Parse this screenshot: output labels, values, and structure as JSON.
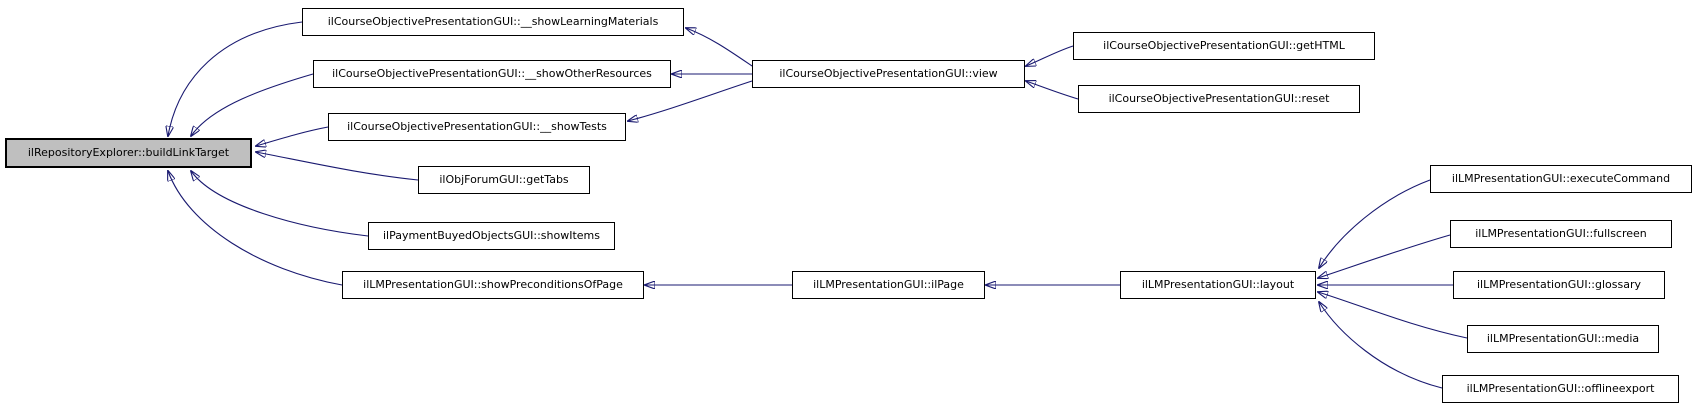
{
  "diagram": {
    "kind": "caller-graph",
    "colors": {
      "background": "#ffffff",
      "edge": "#191970",
      "node_border": "#000000",
      "node_background": "#ffffff",
      "main_node_background": "#bfbfbf"
    },
    "nodes": {
      "buildLinkTarget": {
        "label": "ilRepositoryExplorer::buildLinkTarget",
        "main": true
      },
      "showLearningMaterials": {
        "label": "ilCourseObjectivePresentationGUI::__showLearningMaterials"
      },
      "showOtherResources": {
        "label": "ilCourseObjectivePresentationGUI::__showOtherResources"
      },
      "showTests": {
        "label": "ilCourseObjectivePresentationGUI::__showTests"
      },
      "getTabs": {
        "label": "ilObjForumGUI::getTabs"
      },
      "showItems": {
        "label": "ilPaymentBuyedObjectsGUI::showItems"
      },
      "showPreconditionsOfPage": {
        "label": "ilLMPresentationGUI::showPreconditionsOfPage"
      },
      "view": {
        "label": "ilCourseObjectivePresentationGUI::view"
      },
      "getHTML": {
        "label": "ilCourseObjectivePresentationGUI::getHTML"
      },
      "reset": {
        "label": "ilCourseObjectivePresentationGUI::reset"
      },
      "ilPage": {
        "label": "ilLMPresentationGUI::ilPage"
      },
      "layout": {
        "label": "ilLMPresentationGUI::layout"
      },
      "executeCommand": {
        "label": "ilLMPresentationGUI::executeCommand"
      },
      "fullscreen": {
        "label": "ilLMPresentationGUI::fullscreen"
      },
      "glossary": {
        "label": "ilLMPresentationGUI::glossary"
      },
      "media": {
        "label": "ilLMPresentationGUI::media"
      },
      "offlineexport": {
        "label": "ilLMPresentationGUI::offlineexport"
      }
    },
    "edges": [
      {
        "from": "showLearningMaterials",
        "to": "buildLinkTarget"
      },
      {
        "from": "showOtherResources",
        "to": "buildLinkTarget"
      },
      {
        "from": "showTests",
        "to": "buildLinkTarget"
      },
      {
        "from": "getTabs",
        "to": "buildLinkTarget"
      },
      {
        "from": "showItems",
        "to": "buildLinkTarget"
      },
      {
        "from": "showPreconditionsOfPage",
        "to": "buildLinkTarget"
      },
      {
        "from": "view",
        "to": "showLearningMaterials"
      },
      {
        "from": "view",
        "to": "showOtherResources"
      },
      {
        "from": "view",
        "to": "showTests"
      },
      {
        "from": "getHTML",
        "to": "view"
      },
      {
        "from": "reset",
        "to": "view"
      },
      {
        "from": "ilPage",
        "to": "showPreconditionsOfPage"
      },
      {
        "from": "layout",
        "to": "ilPage"
      },
      {
        "from": "executeCommand",
        "to": "layout"
      },
      {
        "from": "fullscreen",
        "to": "layout"
      },
      {
        "from": "glossary",
        "to": "layout"
      },
      {
        "from": "media",
        "to": "layout"
      },
      {
        "from": "offlineexport",
        "to": "layout"
      }
    ]
  }
}
